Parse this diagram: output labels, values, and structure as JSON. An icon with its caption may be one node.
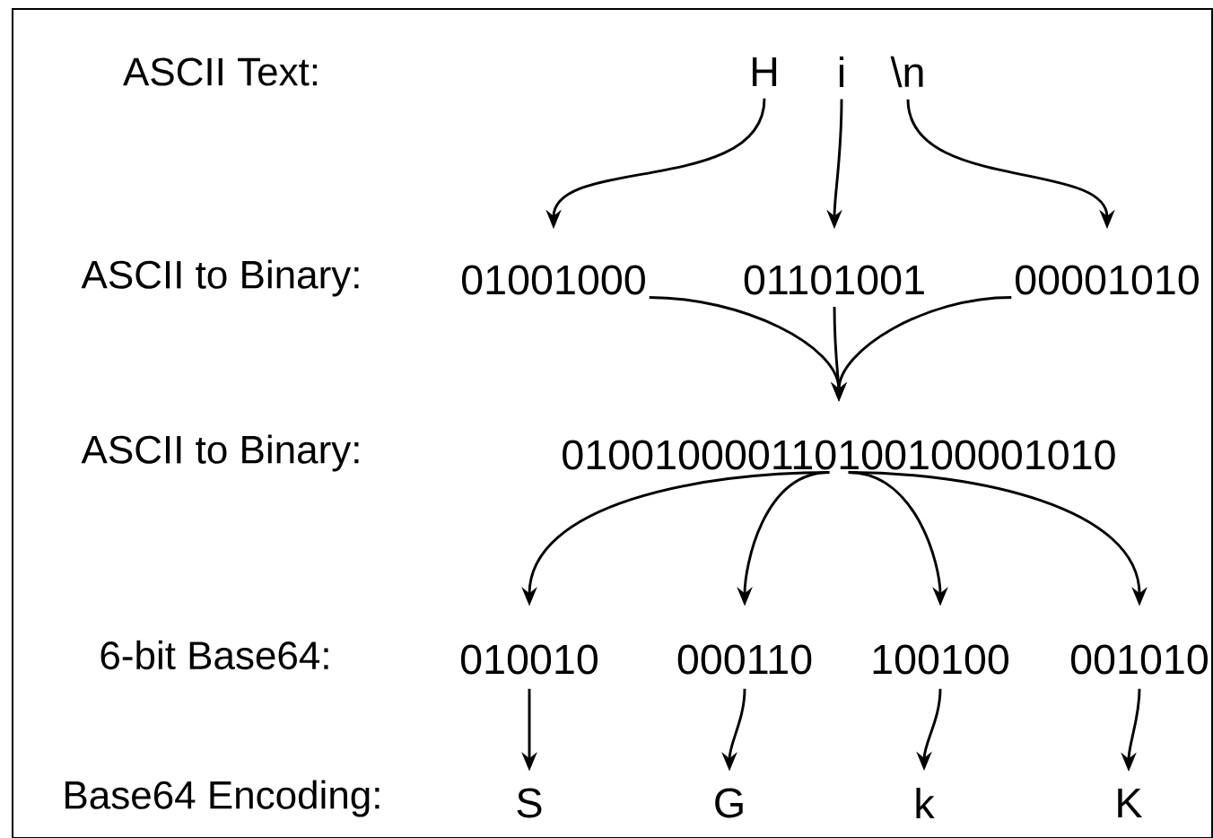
{
  "diagram": {
    "nodes": [
      {
        "text": [
          "H"
        ]
      },
      {
        "text": [
          "i"
        ]
      },
      {
        "text": [
          "\\n"
        ]
      },
      {
        "text": [
          "01001000"
        ]
      },
      {
        "text": [
          "01101001"
        ]
      },
      {
        "text": [
          "00001010"
        ]
      },
      {
        "text": [
          "010010000110100100001010"
        ]
      },
      {
        "text": [
          "010010"
        ]
      },
      {
        "text": [
          "000110"
        ]
      },
      {
        "text": [
          "100100"
        ]
      },
      {
        "text": [
          "001010"
        ]
      },
      {
        "text": [
          "S"
        ]
      },
      {
        "text": [
          "G"
        ]
      },
      {
        "text": [
          "k"
        ]
      },
      {
        "text": [
          "K"
        ]
      }
    ],
    "edges": [
      {
        "from": 0,
        "to": 3,
        "arrow": "to"
      },
      {
        "from": 1,
        "to": 4,
        "arrow": "to"
      },
      {
        "from": 2,
        "to": 5,
        "arrow": "to"
      },
      {
        "from": 3,
        "to": 6,
        "arrow": "to"
      },
      {
        "from": 4,
        "to": 6,
        "arrow": "to"
      },
      {
        "from": 5,
        "to": 6,
        "arrow": "to"
      },
      {
        "from": 6,
        "to": 7,
        "arrow": "to"
      },
      {
        "from": 6,
        "to": 8,
        "arrow": "to"
      },
      {
        "from": 6,
        "to": 9,
        "arrow": "to"
      },
      {
        "from": 6,
        "to": 10,
        "arrow": "to"
      },
      {
        "from": 7,
        "to": 11,
        "arrow": "to"
      },
      {
        "from": 8,
        "to": 12,
        "arrow": "to"
      },
      {
        "from": 9,
        "to": 13,
        "arrow": "to"
      },
      {
        "from": 10,
        "to": 14,
        "arrow": "to"
      }
    ],
    "labels": [
      "ASCII Text:",
      "ASCII to Binary:",
      "ASCII to Binary:",
      "6-bit Base64:",
      "Base64 Encoding:"
    ]
  }
}
